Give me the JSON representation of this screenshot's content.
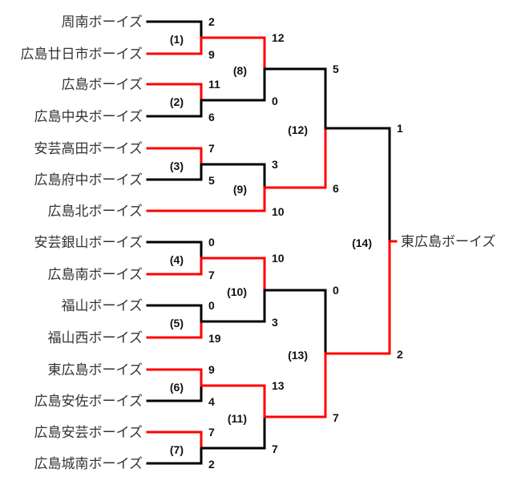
{
  "colors": {
    "winner": "#ff0000",
    "loser": "#000000"
  },
  "teams": [
    "周南ボーイズ",
    "広島廿日市ボーイズ",
    "広島ボーイズ",
    "広島中央ボーイズ",
    "安芸高田ボーイズ",
    "広島府中ボーイズ",
    "広島北ボーイズ",
    "安芸銀山ボーイズ",
    "広島南ボーイズ",
    "福山ボーイズ",
    "福山西ボーイズ",
    "東広島ボーイズ",
    "広島安佐ボーイズ",
    "広島安芸ボーイズ",
    "広島城南ボーイズ"
  ],
  "matches": [
    {
      "id": 1,
      "label": "(1)",
      "scores": [
        "2",
        "9"
      ],
      "winner": 1
    },
    {
      "id": 2,
      "label": "(2)",
      "scores": [
        "11",
        "6"
      ],
      "winner": 0
    },
    {
      "id": 3,
      "label": "(3)",
      "scores": [
        "7",
        "5"
      ],
      "winner": 0
    },
    {
      "id": 4,
      "label": "(4)",
      "scores": [
        "0",
        "7"
      ],
      "winner": 1
    },
    {
      "id": 5,
      "label": "(5)",
      "scores": [
        "0",
        "19"
      ],
      "winner": 1
    },
    {
      "id": 6,
      "label": "(6)",
      "scores": [
        "9",
        "4"
      ],
      "winner": 0
    },
    {
      "id": 7,
      "label": "(7)",
      "scores": [
        "7",
        "2"
      ],
      "winner": 0
    },
    {
      "id": 8,
      "label": "(8)",
      "scores": [
        "12",
        "0"
      ],
      "winner": 0
    },
    {
      "id": 9,
      "label": "(9)",
      "scores": [
        "3",
        "10"
      ],
      "winner": 1
    },
    {
      "id": 10,
      "label": "(10)",
      "scores": [
        "10",
        "3"
      ],
      "winner": 0
    },
    {
      "id": 11,
      "label": "(11)",
      "scores": [
        "13",
        "7"
      ],
      "winner": 0
    },
    {
      "id": 12,
      "label": "(12)",
      "scores": [
        "5",
        "6"
      ],
      "winner": 1
    },
    {
      "id": 13,
      "label": "(13)",
      "scores": [
        "0",
        "7"
      ],
      "winner": 1
    },
    {
      "id": 14,
      "label": "(14)",
      "scores": [
        "1",
        "2"
      ],
      "winner": 1
    }
  ],
  "champion": "東広島ボーイズ"
}
